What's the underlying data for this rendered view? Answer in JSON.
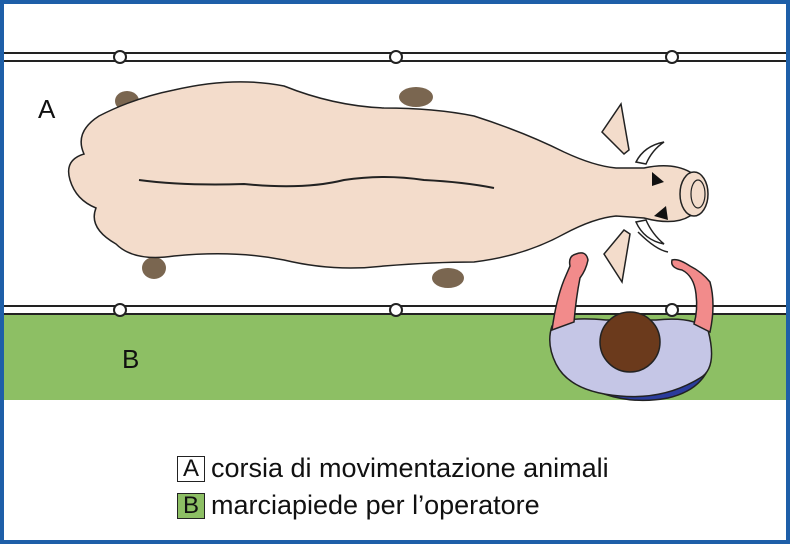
{
  "labels": {
    "zone_a": "A",
    "zone_b": "B"
  },
  "legend": [
    {
      "key": "A",
      "text": "corsia di movimentazione animali",
      "swatch": "#ffffff"
    },
    {
      "key": "B",
      "text": "marciapiede per l’operatore",
      "swatch": "#8dbf64"
    }
  ],
  "colors": {
    "frame": "#1e5fa8",
    "walkway": "#8dbf64",
    "cow_body": "#f3dccb",
    "hooves": "#7a6650",
    "operator_shirt": "#c5c6e6",
    "operator_hair": "#6b3a1c",
    "operator_arms": "#f28b8b",
    "operator_trousers": "#2b3c9c"
  },
  "icons": [
    "cow-icon",
    "operator-icon",
    "rail-icon"
  ]
}
